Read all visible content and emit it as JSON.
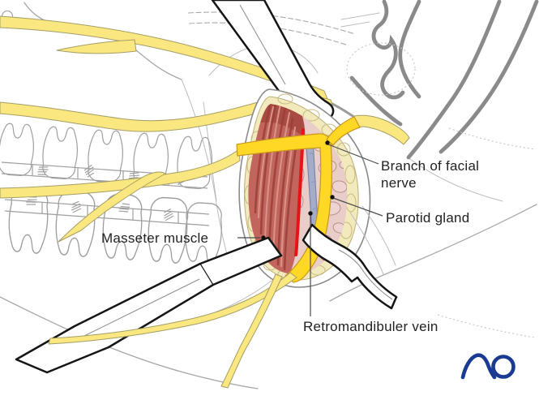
{
  "figure": {
    "labels": {
      "branch_of_facial_nerve": "Branch of facial nerve",
      "parotid_gland": "Parotid gland",
      "masseter_muscle": "Masseter muscle",
      "retromandibular_vein": "Retromandibuler vein"
    },
    "logo": {
      "text": "AO"
    }
  },
  "palette": {
    "background": "#ffffff",
    "nerve-bright": "#ffd826",
    "nerve-bright-border": "#c8961b",
    "nerve-pale": "#fbe77f",
    "nerve-pale-border": "#a39e66",
    "muscle-red": "#c2655c",
    "muscle-dark": "#993f38",
    "muscle-light": "#d9938a",
    "artery-red": "#e71417",
    "vein-blue": "#a3adc9",
    "vein-border": "#7b85a9",
    "parotid-pink": "#e8cdc9",
    "parotid-line": "#b98f8b",
    "fat-cream": "#f2eabc",
    "fat-line": "#bdb076",
    "lineart-gray": "#a8a8a8",
    "ear-gray": "#8a8a8a",
    "outline-black": "#151515",
    "leader-gray": "#4a4a4a",
    "label-color": "#222222",
    "logo-blue": "#1b3a92"
  }
}
